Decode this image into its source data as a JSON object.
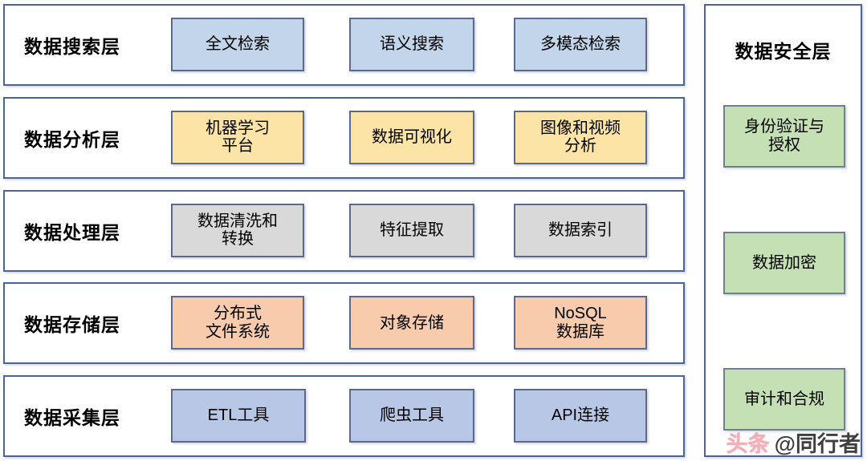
{
  "layers": [
    {
      "title": "数据搜索层",
      "palette": "pal-blue",
      "nodes": [
        "全文检索",
        "语义搜索",
        "多模态检索"
      ]
    },
    {
      "title": "数据分析层",
      "palette": "pal-yellow",
      "nodes": [
        "机器学习\n平台",
        "数据可视化",
        "图像和视频\n分析"
      ]
    },
    {
      "title": "数据处理层",
      "palette": "pal-gray",
      "nodes": [
        "数据清洗和\n转换",
        "特征提取",
        "数据索引"
      ]
    },
    {
      "title": "数据存储层",
      "palette": "pal-salmon",
      "nodes": [
        "分布式\n文件系统",
        "对象存储",
        "NoSQL\n数据库"
      ]
    },
    {
      "title": "数据采集层",
      "palette": "pal-peri",
      "nodes": [
        "ETL工具",
        "爬虫工具",
        "API连接"
      ]
    }
  ],
  "security": {
    "title": "数据安全层",
    "nodes": [
      "身份验证与\n授权",
      "数据加密",
      "审计和合规"
    ]
  },
  "watermark": {
    "brand": "头条",
    "handle": "@同行者"
  },
  "colors": {
    "band_border": "#49639c",
    "node_border": "#5b6a8c",
    "blue": "#c3d5ea",
    "yellow": "#fce4a6",
    "gray": "#d9d9d9",
    "salmon": "#f8cbad",
    "periwinkle": "#b9c7e7",
    "green": "#c5e0b4",
    "background": "#ffffff"
  }
}
